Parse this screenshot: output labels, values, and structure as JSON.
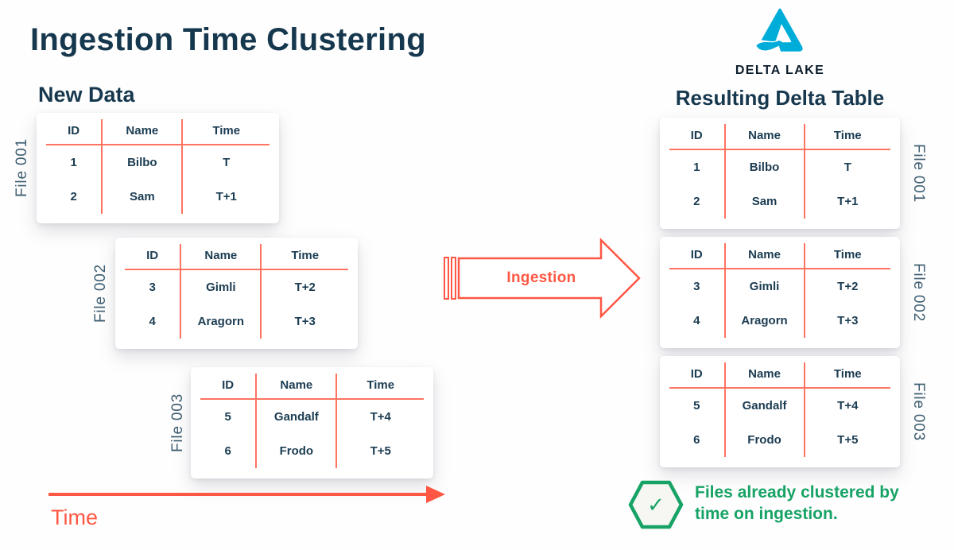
{
  "page": {
    "title": "Ingestion Time Clustering"
  },
  "left_section": {
    "heading": "New Data"
  },
  "right_section": {
    "heading": "Resulting Delta Table",
    "brand": "DELTA LAKE"
  },
  "ingestion_arrow": {
    "label": "Ingestion"
  },
  "timeline": {
    "label": "Time"
  },
  "note": {
    "check_icon": "✓",
    "line1": "Files already clustered by",
    "line2": "time on ingestion."
  },
  "table_headers": [
    "ID",
    "Name",
    "Time"
  ],
  "files": [
    {
      "label": "File 001",
      "rows": [
        [
          "1",
          "Bilbo",
          "T"
        ],
        [
          "2",
          "Sam",
          "T+1"
        ]
      ]
    },
    {
      "label": "File 002",
      "rows": [
        [
          "3",
          "Gimli",
          "T+2"
        ],
        [
          "4",
          "Aragorn",
          "T+3"
        ]
      ]
    },
    {
      "label": "File 003",
      "rows": [
        [
          "5",
          "Gandalf",
          "T+4"
        ],
        [
          "6",
          "Frodo",
          "T+5"
        ]
      ]
    }
  ],
  "colors": {
    "navy_text": "#16384E",
    "table_line_coral": "#FF7361",
    "accent_coral": "#FF5743",
    "green": "#17A366",
    "delta_cyan": "#00ADD8",
    "file_label_slate": "#3E5E72"
  }
}
